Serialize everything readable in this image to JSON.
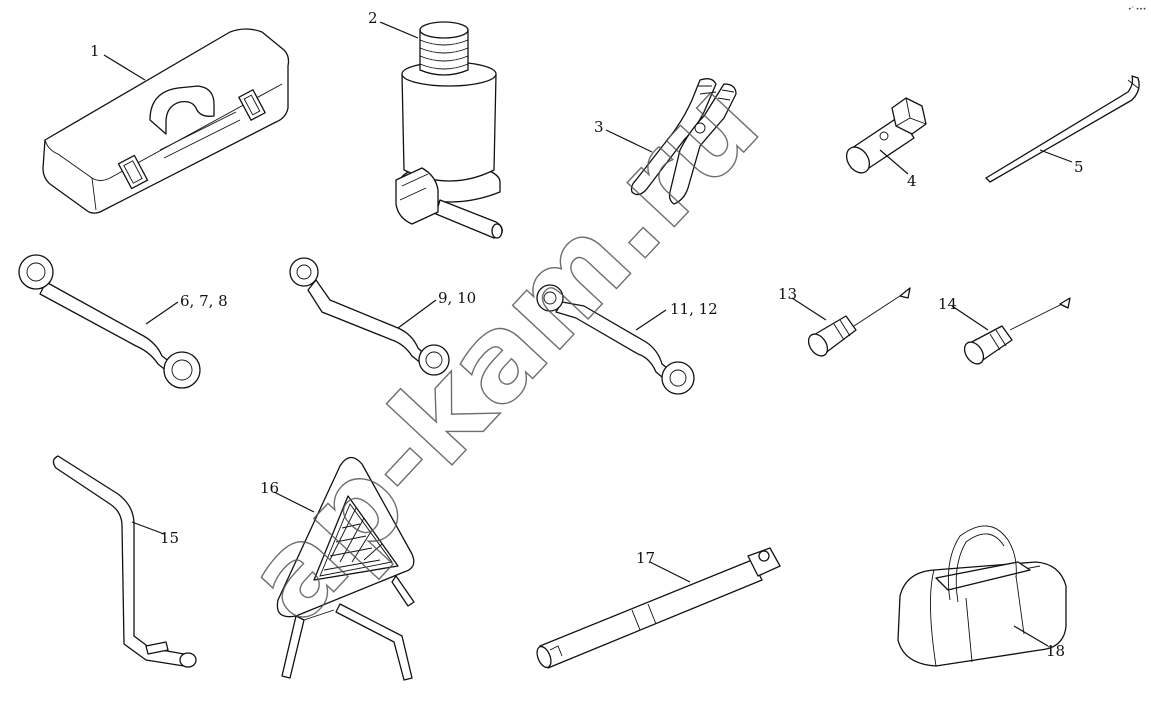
{
  "watermark": "ap-kam.ru",
  "corner_mark": "•″ •••",
  "callouts": [
    {
      "id": "1",
      "text": "1"
    },
    {
      "id": "2",
      "text": "2"
    },
    {
      "id": "3",
      "text": "3"
    },
    {
      "id": "4",
      "text": "4"
    },
    {
      "id": "5",
      "text": "5"
    },
    {
      "id": "6",
      "text": "6, 7, 8"
    },
    {
      "id": "9",
      "text": "9, 10"
    },
    {
      "id": "11",
      "text": "11, 12"
    },
    {
      "id": "13",
      "text": "13"
    },
    {
      "id": "14",
      "text": "14"
    },
    {
      "id": "15",
      "text": "15"
    },
    {
      "id": "16",
      "text": "16"
    },
    {
      "id": "17",
      "text": "17"
    },
    {
      "id": "18",
      "text": "18"
    }
  ]
}
